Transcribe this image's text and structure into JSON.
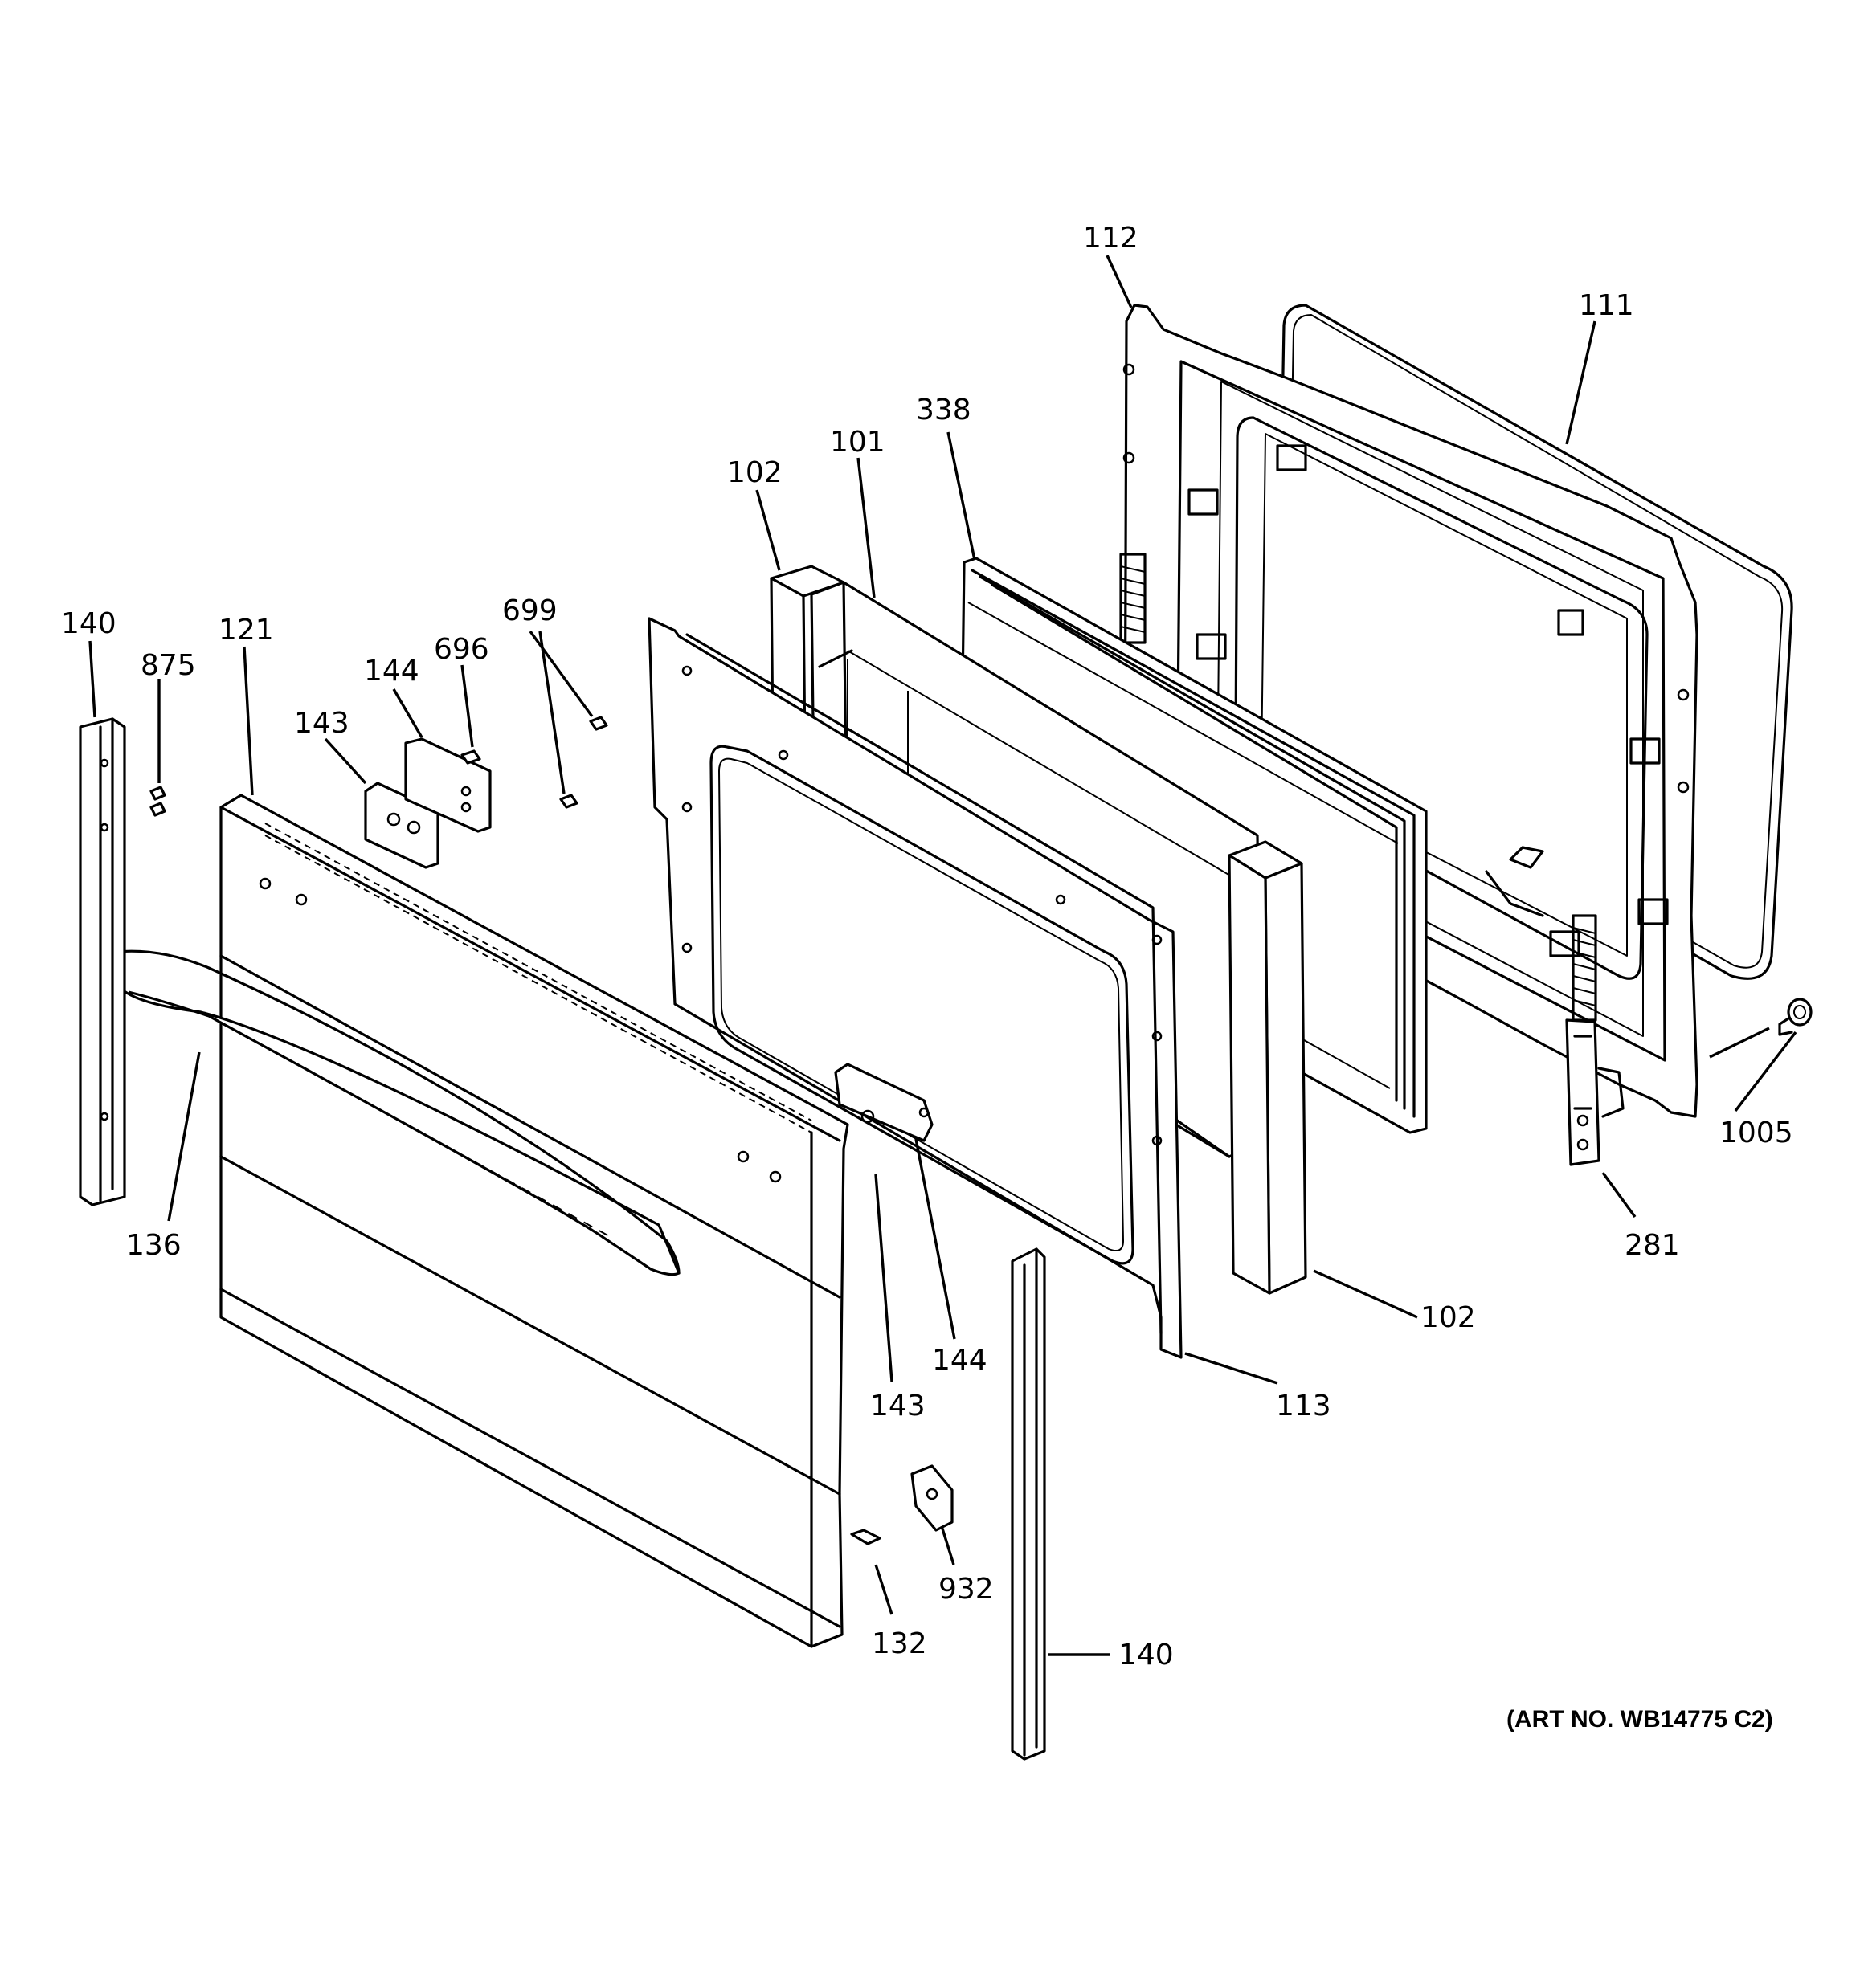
{
  "callouts": {
    "c112": "112",
    "c111": "111",
    "c338": "338",
    "c101": "101",
    "c102a": "102",
    "c102b": "102",
    "c699": "699",
    "c696": "696",
    "c144a": "144",
    "c143a": "143",
    "c140a": "140",
    "c875": "875",
    "c121": "121",
    "c136": "136",
    "c143b": "143",
    "c144b": "144",
    "c113": "113",
    "c281": "281",
    "c1005": "1005",
    "c932": "932",
    "c132": "132",
    "c140b": "140"
  },
  "art_number": "(ART NO. WB14775 C2)"
}
